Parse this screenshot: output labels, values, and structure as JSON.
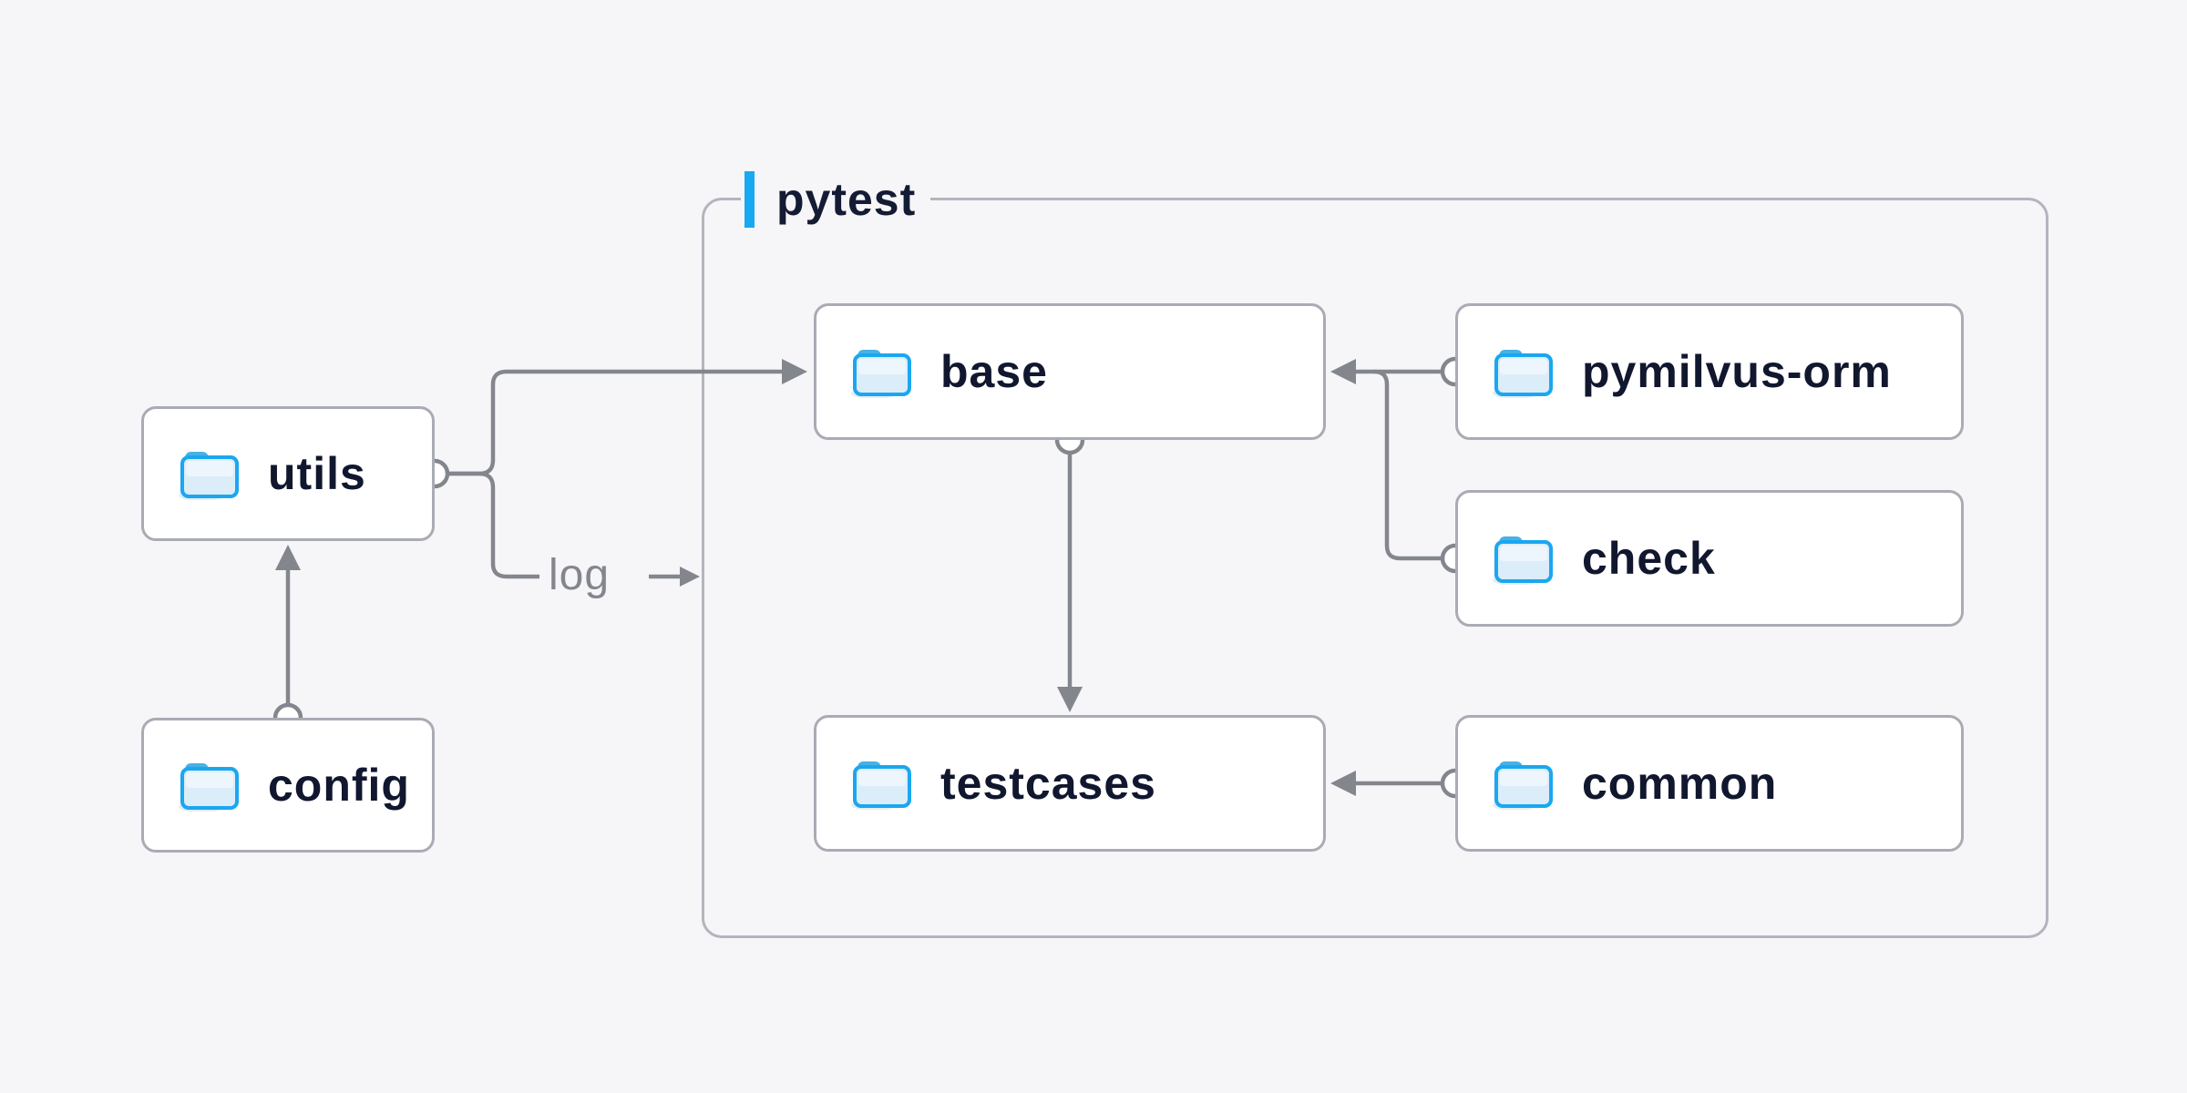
{
  "page": {
    "background": "#f6f6f8"
  },
  "colors": {
    "accent_blue": "#19a9f1",
    "connector_gray": "#84868e",
    "box_border": "#a9abb5",
    "container_border": "#b3b4be",
    "node_text": "#10172e",
    "muted_text": "#84868e",
    "folder_stroke": "#1ba7f0",
    "folder_fill": "#dcedfa",
    "folder_tab": "#47b1e5"
  },
  "container": {
    "label": "pytest"
  },
  "nodes": {
    "utils": {
      "label": "utils"
    },
    "config": {
      "label": "config"
    },
    "base": {
      "label": "base"
    },
    "pymilvus_orm": {
      "label": "pymilvus-orm"
    },
    "check": {
      "label": "check"
    },
    "testcases": {
      "label": "testcases"
    },
    "common": {
      "label": "common"
    }
  },
  "edge_label": {
    "log": "log"
  },
  "edges": [
    {
      "from": "config",
      "to": "utils"
    },
    {
      "from": "utils",
      "to": "base"
    },
    {
      "from": "utils",
      "to": "pytest-container",
      "label": "log"
    },
    {
      "from": "pymilvus-orm",
      "to": "base"
    },
    {
      "from": "check",
      "to": "base"
    },
    {
      "from": "base",
      "to": "testcases"
    },
    {
      "from": "common",
      "to": "testcases"
    }
  ]
}
